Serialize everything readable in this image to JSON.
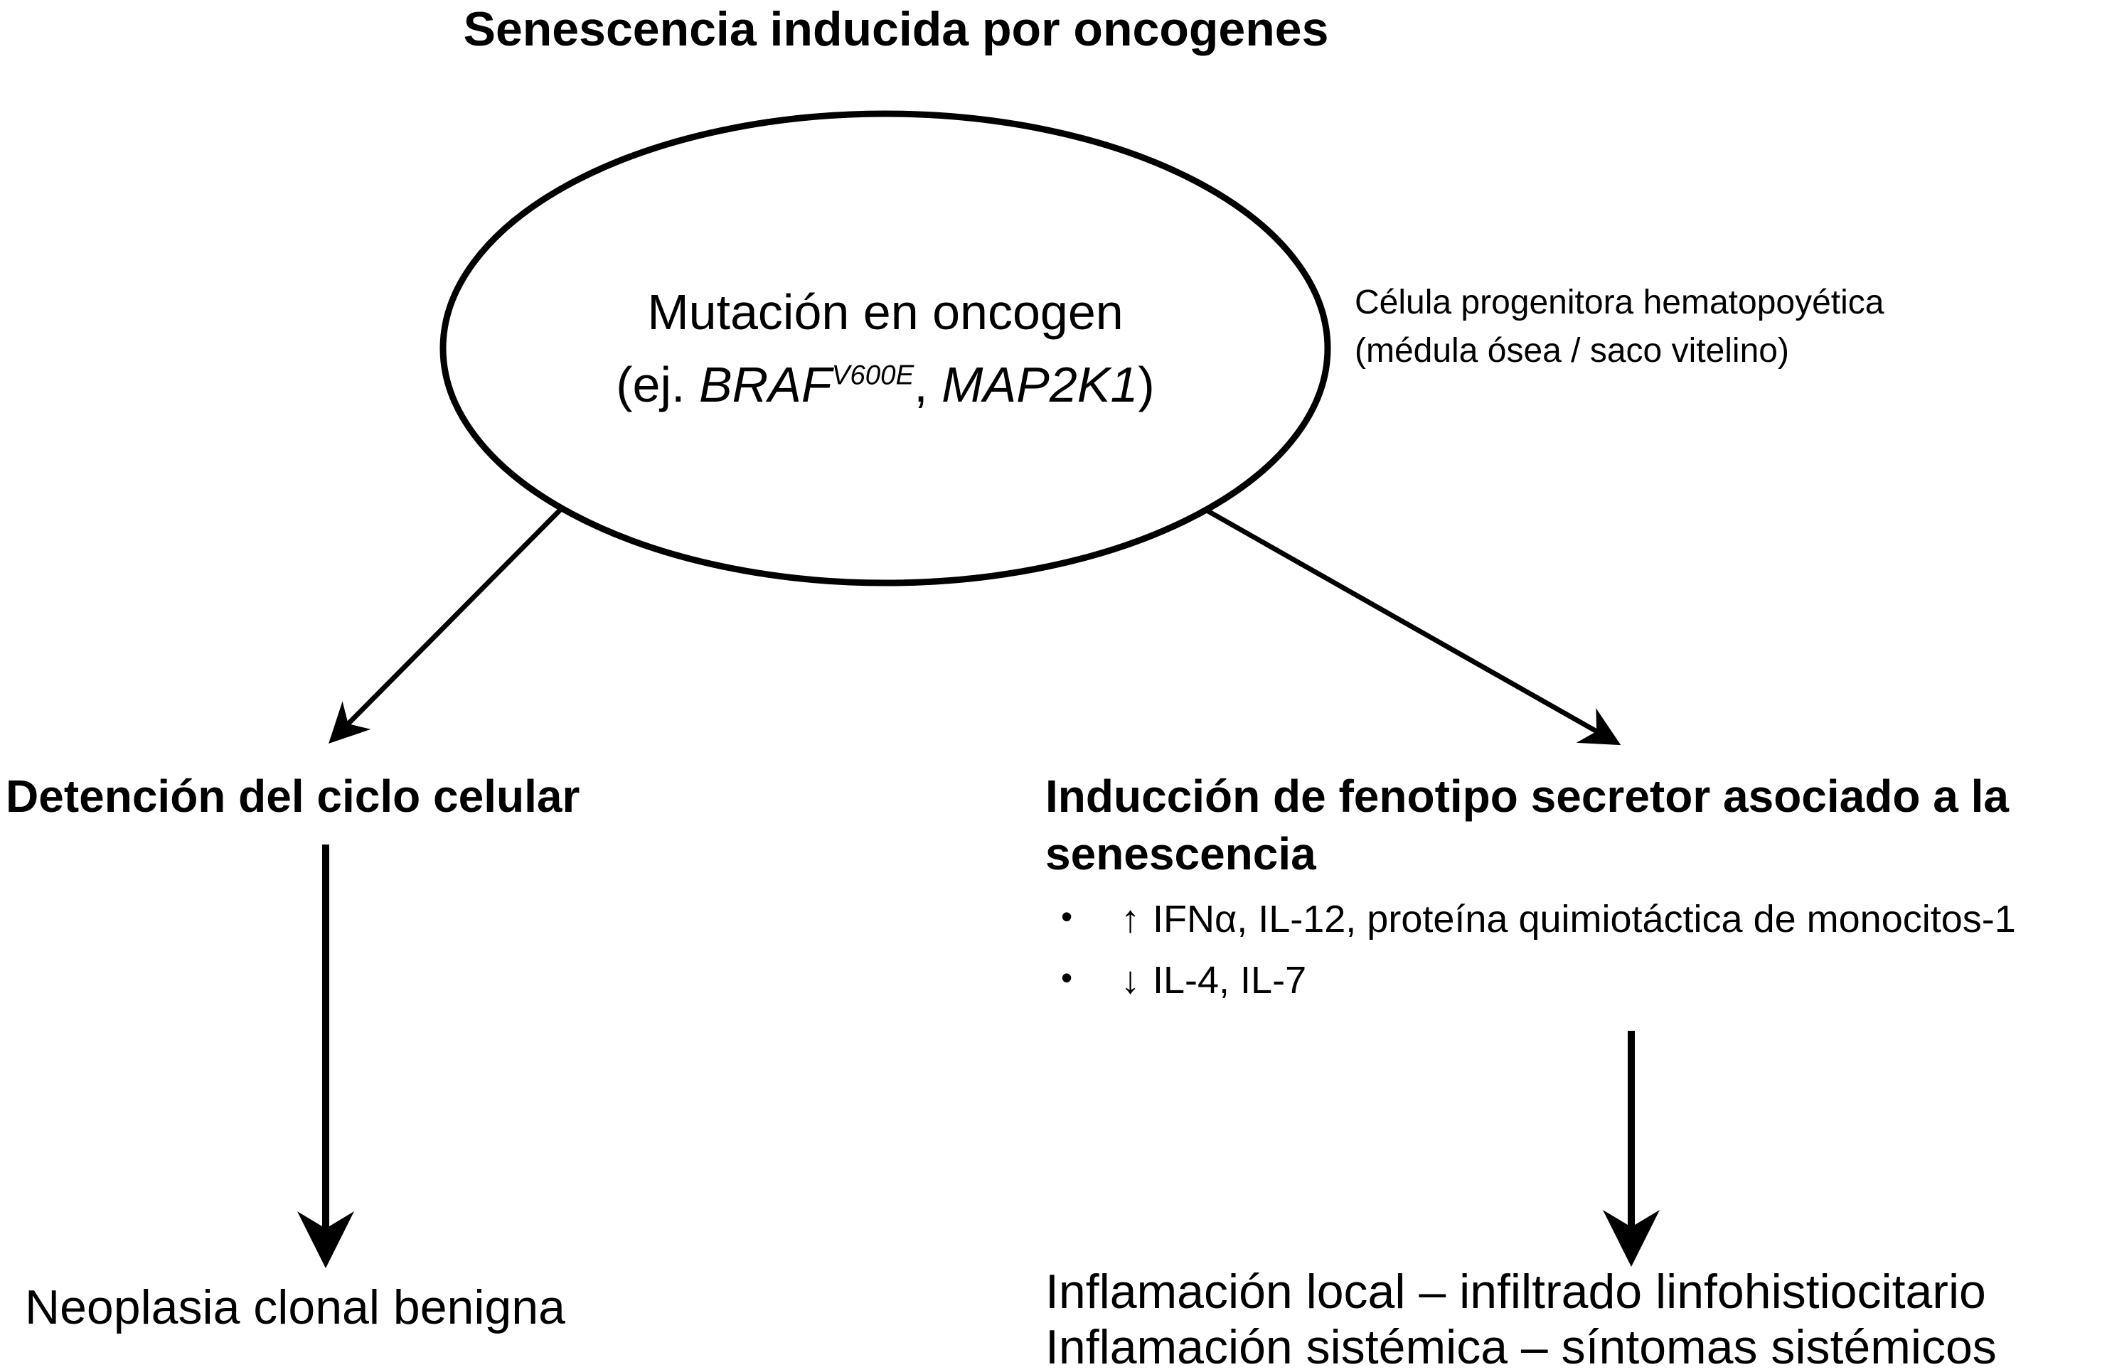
{
  "title": "Senescencia inducida por oncogenes",
  "ellipse": {
    "line1": "Mutación en oncogen",
    "line2_prefix": "(ej. ",
    "gene1": "BRAF",
    "gene1_superscript": "V600E",
    "line2_separator": ", ",
    "gene2": "MAP2K1",
    "line2_suffix": ")"
  },
  "cell_label": {
    "line1": "Célula progenitora hematopoyética",
    "line2": "(médula ósea / saco vitelino)"
  },
  "left_branch": {
    "heading": "Detención del ciclo celular",
    "outcome": "Neoplasia clonal benigna"
  },
  "right_branch": {
    "heading_line1": "Inducción de fenotipo secretor asociado a la",
    "heading_line2": "senescencia",
    "bullets": [
      {
        "marker": "•",
        "arrow": "↑",
        "text": "IFNα, IL-12, proteína quimiotáctica de monocitos-1"
      },
      {
        "marker": "•",
        "arrow": "↓",
        "text": "IL-4, IL-7"
      }
    ],
    "outcome_line1": "Inflamación local – infiltrado linfohistiocitario",
    "outcome_line2": "Inflamación sistémica – síntomas sistémicos"
  },
  "colors": {
    "ink": "#000000",
    "background": "#ffffff"
  }
}
